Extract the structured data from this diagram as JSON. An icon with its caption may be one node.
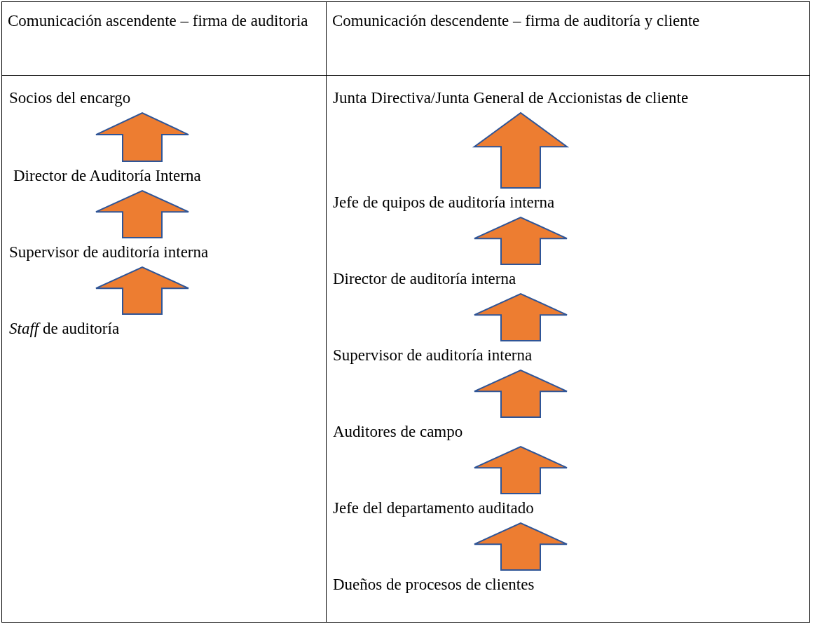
{
  "diagram": {
    "nodes": [
      {
        "text": [
          "Socios del encargo"
        ]
      },
      {
        "text": [
          "Director de Auditoría Interna"
        ]
      },
      {
        "text": [
          "Supervisor de auditoría interna"
        ]
      },
      {
        "text": [
          "*Staff* de auditoría"
        ]
      },
      {
        "text": [
          "Junta Directiva/Junta General de Accionistas de cliente"
        ]
      },
      {
        "text": [
          "Jefe de quipos de auditoría interna"
        ]
      },
      {
        "text": [
          "Director de auditoría interna"
        ]
      },
      {
        "text": [
          "Supervisor de auditoría interna"
        ]
      },
      {
        "text": [
          "Auditores de campo"
        ]
      },
      {
        "text": [
          "Jefe del departamento auditado"
        ]
      },
      {
        "text": [
          "Dueños de procesos de clientes"
        ]
      }
    ],
    "edges": [
      {
        "from": 1,
        "to": 0,
        "arrow": "to"
      },
      {
        "from": 2,
        "to": 1,
        "arrow": "to"
      },
      {
        "from": 3,
        "to": 2,
        "arrow": "to"
      },
      {
        "from": 5,
        "to": 4,
        "arrow": "to"
      },
      {
        "from": 6,
        "to": 5,
        "arrow": "to"
      },
      {
        "from": 7,
        "to": 6,
        "arrow": "to"
      },
      {
        "from": 8,
        "to": 7,
        "arrow": "to"
      },
      {
        "from": 9,
        "to": 8,
        "arrow": "to"
      },
      {
        "from": 10,
        "to": 9,
        "arrow": "to"
      }
    ],
    "labels": [
      "Comunicación ascendente – firma de auditoria",
      "Comunicación descendente – firma de auditoría y cliente"
    ]
  }
}
